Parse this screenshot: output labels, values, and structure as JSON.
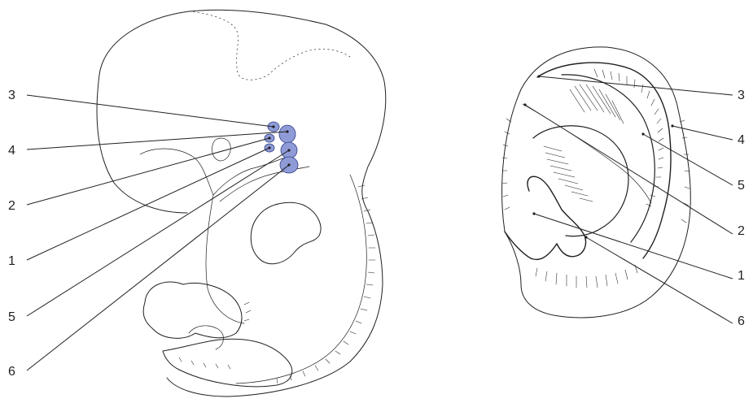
{
  "colors": {
    "ink": "#231f20",
    "hillock_fill": "#8e9bd6",
    "hillock_stroke": "#2f3f86"
  },
  "embryo": {
    "labels": [
      "3",
      "4",
      "2",
      "1",
      "5",
      "6"
    ]
  },
  "auricle": {
    "labels": [
      "3",
      "4",
      "5",
      "2",
      "1",
      "6"
    ]
  }
}
